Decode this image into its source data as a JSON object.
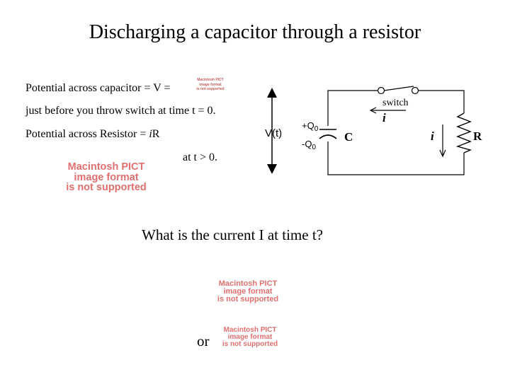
{
  "title": "Discharging a capacitor through a resistor",
  "lines": {
    "cap_potential": "Potential across capacitor = V =",
    "before_switch": "just before you throw switch at time t = 0.",
    "res_potential_prefix": "Potential across Resistor = ",
    "res_potential_i": "i",
    "res_potential_suffix": "R",
    "after": "at t > 0.",
    "question": "What is the current I  at time t?",
    "or": "or"
  },
  "placeholders": {
    "small": [
      "Macintosh PICT",
      "image format",
      "is not supported"
    ],
    "large": [
      "Macintosh PICT",
      "image format",
      "is not supported"
    ],
    "mid": [
      "Macintosh PICT",
      "image format",
      "is not supported"
    ],
    "mid2": [
      "Macintosh PICT",
      "image format",
      "is not supported"
    ]
  },
  "circuit": {
    "switch_label": "switch",
    "current_top": "i",
    "current_right": "i",
    "resistor_label": "R",
    "capacitor_label": "C",
    "charge_plus": "+Q",
    "charge_minus": "-Q",
    "charge_sub": "0",
    "voltage_label": "V(t)"
  },
  "colors": {
    "placeholder_text": "#e07070"
  }
}
